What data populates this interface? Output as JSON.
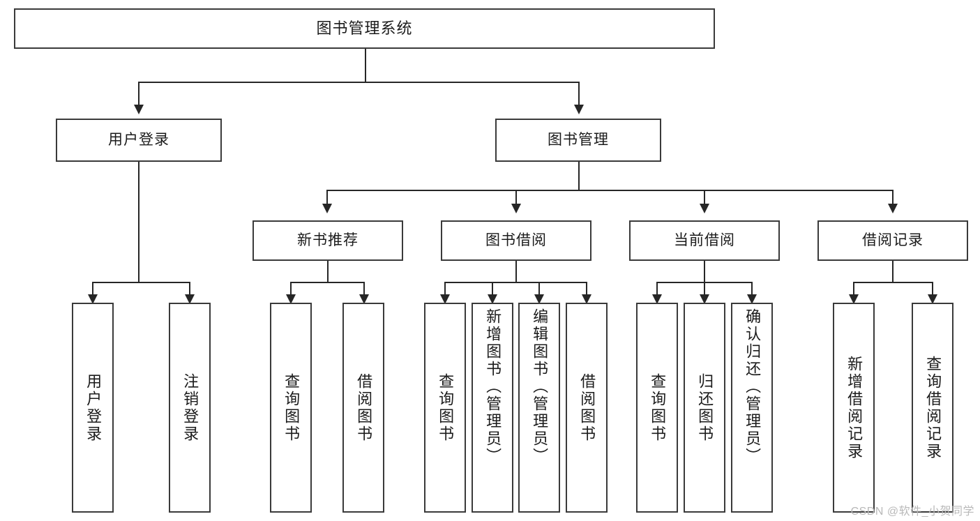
{
  "diagram": {
    "title": "图书管理系统",
    "type": "hierarchy-tree",
    "root": {
      "label": "图书管理系统"
    },
    "level1": [
      {
        "key": "user-login",
        "label": "用户登录"
      },
      {
        "key": "book-management",
        "label": "图书管理"
      }
    ],
    "level2": [
      {
        "key": "new-book-recommend",
        "label": "新书推荐"
      },
      {
        "key": "book-borrow",
        "label": "图书借阅"
      },
      {
        "key": "current-borrow",
        "label": "当前借阅"
      },
      {
        "key": "borrow-record",
        "label": "借阅记录"
      }
    ],
    "leaves": {
      "user_login": [
        {
          "key": "user-login-leaf",
          "label": "用户登录"
        },
        {
          "key": "logout-leaf",
          "label": "注销登录"
        }
      ],
      "new_book_recommend": [
        {
          "key": "query-book-1",
          "label": "查询图书"
        },
        {
          "key": "borrow-book-1",
          "label": "借阅图书"
        }
      ],
      "book_borrow": [
        {
          "key": "query-book-2",
          "label": "查询图书"
        },
        {
          "key": "add-book-admin",
          "label": "新增图书（管理员）"
        },
        {
          "key": "edit-book-admin",
          "label": "编辑图书（管理员）"
        },
        {
          "key": "borrow-book-2",
          "label": "借阅图书"
        }
      ],
      "current_borrow": [
        {
          "key": "query-book-3",
          "label": "查询图书"
        },
        {
          "key": "return-book",
          "label": "归还图书"
        },
        {
          "key": "confirm-return-admin",
          "label": "确认归还（管理员）"
        }
      ],
      "borrow_record": [
        {
          "key": "add-borrow-record",
          "label": "新增借阅记录"
        },
        {
          "key": "query-borrow-record",
          "label": "查询借阅记录"
        }
      ]
    }
  },
  "watermark": {
    "text": "CSDN @软件_小贺同学"
  },
  "colors": {
    "box_border": "#3a3a3a",
    "edge": "#262626",
    "text": "#1b1b1b",
    "background": "#ffffff",
    "watermark": "#b9b9b9"
  }
}
